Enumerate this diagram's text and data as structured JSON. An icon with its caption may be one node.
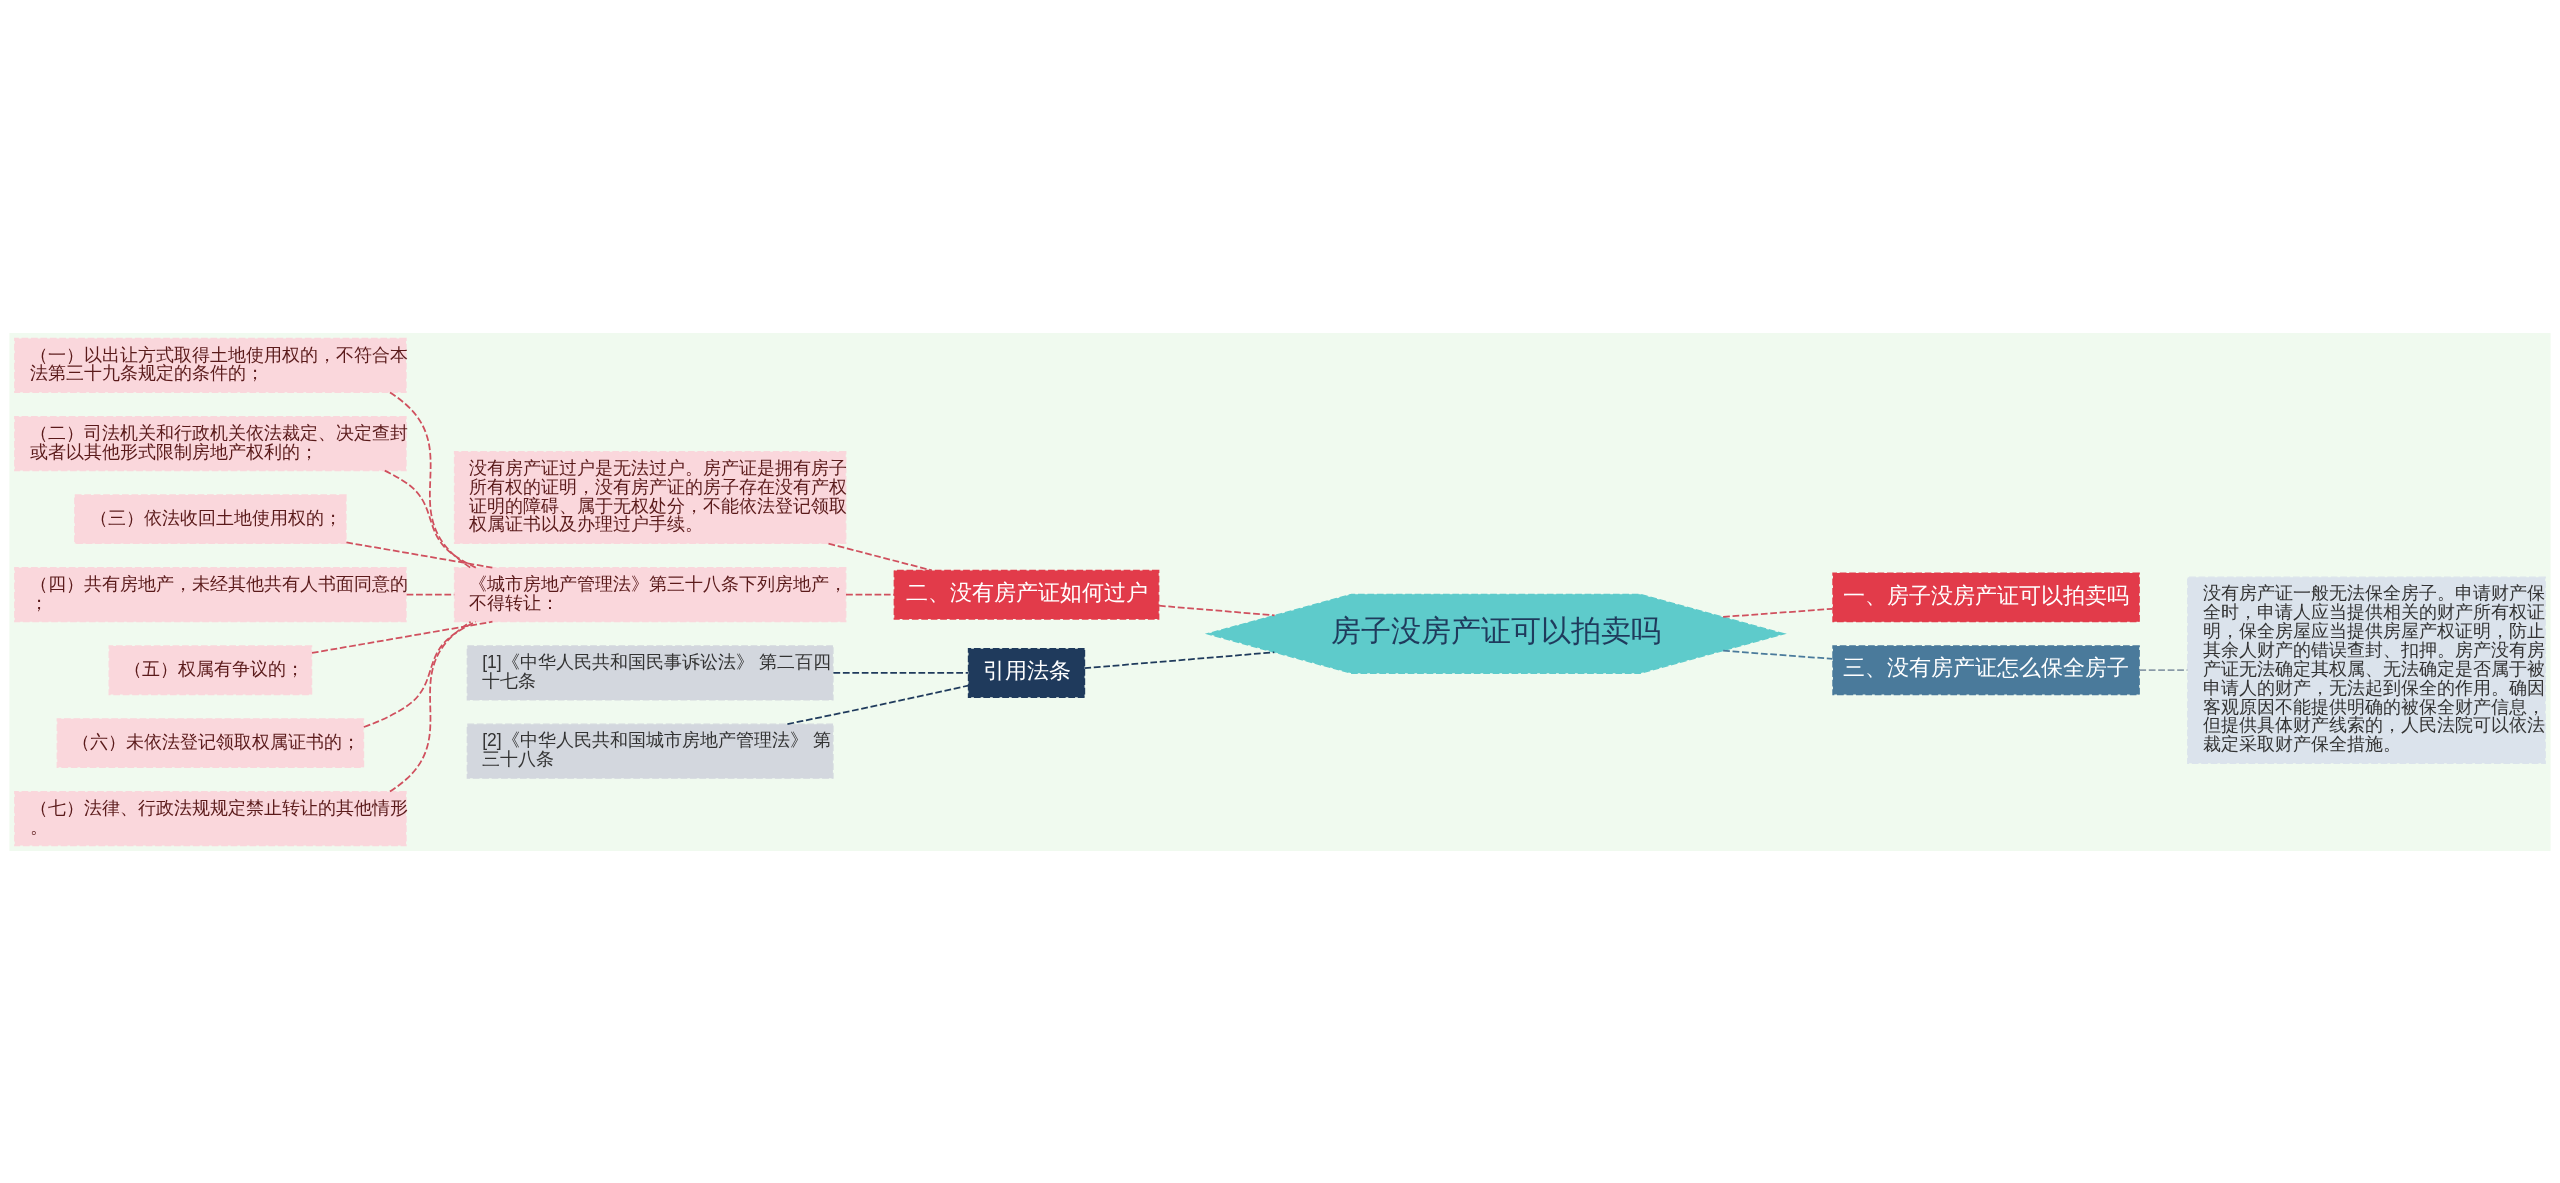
{
  "diagram": {
    "nodes": [
      {
        "text": [
          "房子没房产证可以拍卖吗"
        ]
      },
      {
        "text": [
          "二、没有房产证如何过户"
        ]
      },
      {
        "text": [
          "没有房产证过户是无法过户。房产证是拥有房子所有权的证明，没有房产证的房子存在没有产权证明的障碍、属于无权处分，不能依法登记领取权属证书以及办理过户手续。"
        ]
      },
      {
        "text": [
          "《城市房地产管理法》第三十八条下列房地产，不得转让："
        ]
      },
      {
        "text": [
          "（一）以出让方式取得土地使用权的，不符合本法第三十九条规定的条件的；"
        ]
      },
      {
        "text": [
          "（二）司法机关和行政机关依法裁定、决定查封或者以其他形式限制房地产权利的；"
        ]
      },
      {
        "text": [
          "（三）依法收回土地使用权的；"
        ]
      },
      {
        "text": [
          "（四）共有房地产，未经其他共有人书面同意的；"
        ]
      },
      {
        "text": [
          "（五）权属有争议的；"
        ]
      },
      {
        "text": [
          "（六）未依法登记领取权属证书的；"
        ]
      },
      {
        "text": [
          "（七）法律、行政法规规定禁止转让的其他情形。"
        ]
      },
      {
        "text": [
          "引用法条"
        ]
      },
      {
        "text": [
          "[1]《中华人民共和国民事诉讼法》 第二百四十七条"
        ]
      },
      {
        "text": [
          "[2]《中华人民共和国城市房地产管理法》 第三十八条"
        ]
      },
      {
        "text": [
          "一、房子没房产证可以拍卖吗"
        ]
      },
      {
        "text": [
          "三、没有房产证怎么保全房子"
        ]
      },
      {
        "text": [
          "没有房产证一般无法保全房子。申请财产保全时，申请人应当提供相关的财产所有权证明，保全房屋应当提供房屋产权证明，防止其余人财产的错误查封、扣押。房产没有房产证无法确定其权属、无法确定是否属于被申请人的财产，无法起到保全的作用。确因客观原因不能提供明确的被保全财产信息，但提供具体财产线索的，人民法院可以依法裁定采取财产保全措施。"
        ]
      }
    ],
    "edges": [
      {
        "from": 1,
        "to": 0,
        "arrow": "none",
        "style": "dashed"
      },
      {
        "from": 2,
        "to": 1,
        "arrow": "none",
        "style": "dashed"
      },
      {
        "from": 3,
        "to": 1,
        "arrow": "none",
        "style": "dashed"
      },
      {
        "from": 4,
        "to": 3,
        "arrow": "none",
        "style": "dashed"
      },
      {
        "from": 5,
        "to": 3,
        "arrow": "none",
        "style": "dashed"
      },
      {
        "from": 6,
        "to": 3,
        "arrow": "none",
        "style": "dashed"
      },
      {
        "from": 7,
        "to": 3,
        "arrow": "none",
        "style": "dashed"
      },
      {
        "from": 8,
        "to": 3,
        "arrow": "none",
        "style": "dashed"
      },
      {
        "from": 9,
        "to": 3,
        "arrow": "none",
        "style": "dashed"
      },
      {
        "from": 10,
        "to": 3,
        "arrow": "none",
        "style": "dashed"
      },
      {
        "from": 11,
        "to": 0,
        "arrow": "none",
        "style": "dashed",
        "color": "#1f3a5c"
      },
      {
        "from": 12,
        "to": 11,
        "arrow": "none",
        "style": "dashed",
        "color": "#1f3a5c"
      },
      {
        "from": 13,
        "to": 11,
        "arrow": "none",
        "style": "dashed",
        "color": "#1f3a5c"
      },
      {
        "from": 0,
        "to": 14,
        "arrow": "none",
        "style": "dashed"
      },
      {
        "from": 0,
        "to": 15,
        "arrow": "none",
        "style": "dashed",
        "color": "#4a7a9b"
      },
      {
        "from": 15,
        "to": 16,
        "arrow": "none",
        "style": "dashed",
        "color": "#8a9aa8"
      }
    ]
  }
}
